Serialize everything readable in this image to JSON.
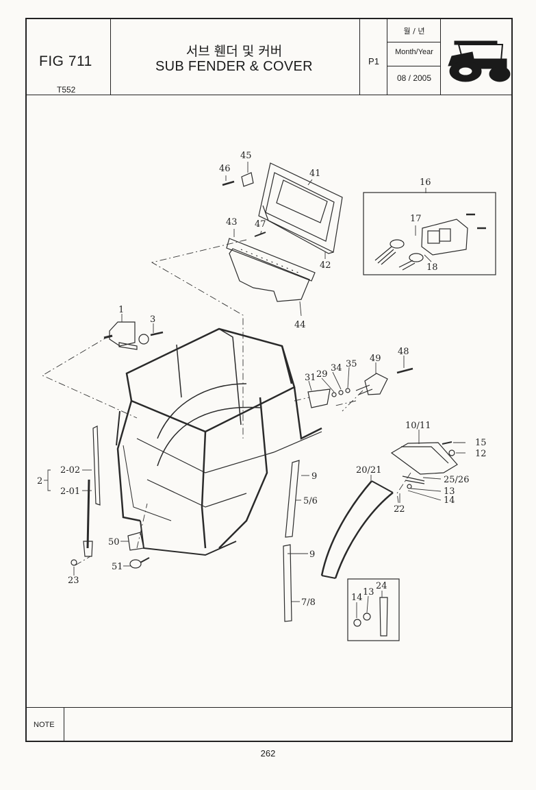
{
  "header": {
    "figure": "FIG 711",
    "model": "T552",
    "title_ko": "서브 휀더 및 커버",
    "title_en": "SUB FENDER & COVER",
    "page_code": "P1",
    "date_label_ko": "월 / 년",
    "date_label_en": "Month/Year",
    "date_value": "08 / 2005"
  },
  "callouts": {
    "c45": "45",
    "c46": "46",
    "c41": "41",
    "c43": "43",
    "c47": "47",
    "c42": "42",
    "c44": "44",
    "c16": "16",
    "c17": "17",
    "c18": "18",
    "c1": "1",
    "c3": "3",
    "c31": "31",
    "c29": "29",
    "c34": "34",
    "c35": "35",
    "c49": "49",
    "c48": "48",
    "c10_11": "10/11",
    "c15": "15",
    "c12": "12",
    "c20_21": "20/21",
    "c25_26": "25/26",
    "c13a": "13",
    "c14a": "14",
    "c22": "22",
    "c2": "2",
    "c2_02": "2-02",
    "c2_01": "2-01",
    "c9a": "9",
    "c5_6": "5/6",
    "c9b": "9",
    "c7_8": "7/8",
    "c50": "50",
    "c51": "51",
    "c23": "23",
    "c14b": "14",
    "c13b": "13",
    "c24": "24"
  },
  "footer": {
    "note_label": "NOTE",
    "page_number": "262"
  }
}
